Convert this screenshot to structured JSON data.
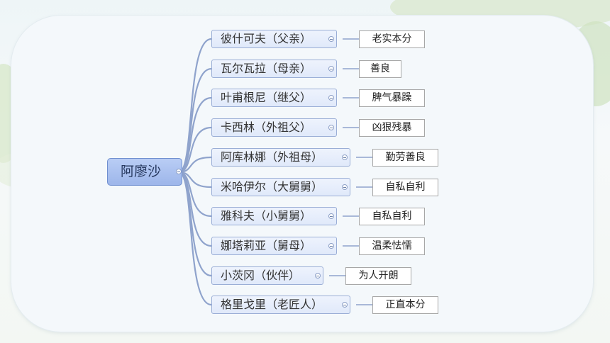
{
  "root": {
    "label": "阿廖沙"
  },
  "branches": [
    {
      "label": "彼什可夫（父亲）",
      "trait": "老实本分"
    },
    {
      "label": "瓦尔瓦拉（母亲）",
      "trait": "善良"
    },
    {
      "label": "叶甫根尼（继父）",
      "trait": "脾气暴躁"
    },
    {
      "label": "卡西林（外祖父）",
      "trait": "凶狠残暴"
    },
    {
      "label": "阿库林娜（外祖母）",
      "trait": "勤劳善良"
    },
    {
      "label": "米哈伊尔（大舅舅）",
      "trait": "自私自利"
    },
    {
      "label": "雅科夫（小舅舅）",
      "trait": "自私自利"
    },
    {
      "label": "娜塔莉亚（舅母）",
      "trait": "温柔怯懦"
    },
    {
      "label": "小茨冈（伙伴）",
      "trait": "为人开朗"
    },
    {
      "label": "格里戈里（老匠人）",
      "trait": "正直本分"
    }
  ],
  "colors": {
    "connector": "#8fa3cc",
    "branch_fill": "#e6edfb",
    "root_fill": "#a9c0ef"
  },
  "icons": {
    "collapse": "collapse-toggle-icon"
  }
}
